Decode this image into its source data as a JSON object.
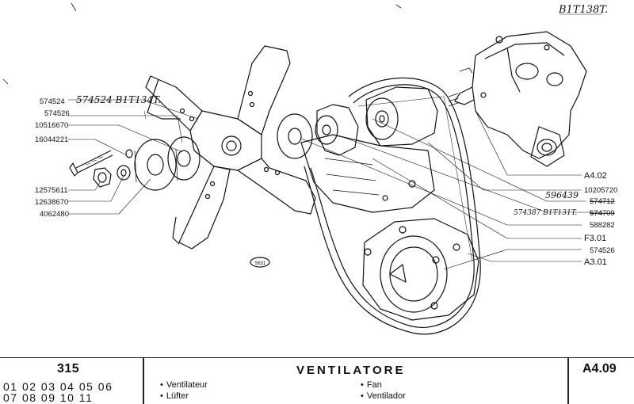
{
  "header_note": "B1T138T.",
  "part_numbers_left": [
    {
      "ref": "574524",
      "note": "574524 B1T134T."
    },
    {
      "ref": "574526"
    },
    {
      "ref": "10516670"
    },
    {
      "ref": "16044221"
    },
    {
      "ref": "12575611"
    },
    {
      "ref": "12638670"
    },
    {
      "ref": "4062480"
    }
  ],
  "part_numbers_right": [
    {
      "ref": "A4.02"
    },
    {
      "ref": "10205720"
    },
    {
      "ref": "574712",
      "note": "596439"
    },
    {
      "ref": "574709",
      "note": "574387 B1T131T."
    },
    {
      "ref": "588282"
    },
    {
      "ref": "F3.01"
    },
    {
      "ref": "574526"
    },
    {
      "ref": "A3.01"
    }
  ],
  "figure_number": "5631",
  "footer": {
    "page_number": "315",
    "codes_row1": "01 02 03 04 05 06",
    "codes_row2": "07 08 09 10 11",
    "title": "VENTILATORE",
    "translations": [
      {
        "lang": "fr",
        "text": "Ventilateur"
      },
      {
        "lang": "de",
        "text": "Lüfter"
      },
      {
        "lang": "en",
        "text": "Fan"
      },
      {
        "lang": "es",
        "text": "Ventilador"
      }
    ],
    "bullet": "•",
    "sheet_code": "A4.09"
  }
}
